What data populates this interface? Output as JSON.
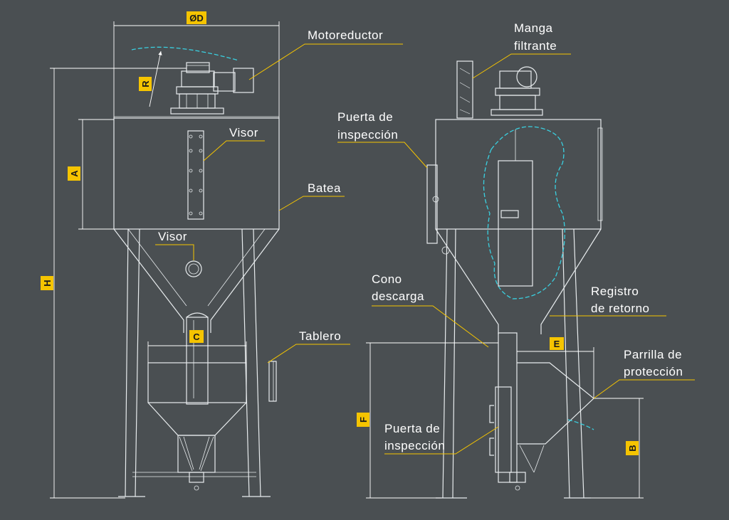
{
  "labels": {
    "motoreductor": "Motoreductor",
    "visor_top": "Visor",
    "batea": "Batea",
    "visor_mid": "Visor",
    "tablero": "Tablero",
    "manga_line1": "Manga",
    "manga_line2": "filtrante",
    "puerta_top_line1": "Puerta de",
    "puerta_top_line2": "inspección",
    "cono_line1": "Cono",
    "cono_line2": "descarga",
    "registro_line1": "Registro",
    "registro_line2": "de retorno",
    "parrilla_line1": "Parrilla de",
    "parrilla_line2": "protección",
    "puerta_bot_line1": "Puerta de",
    "puerta_bot_line2": "inspección"
  },
  "dimensions": {
    "od": "ØD",
    "r": "R",
    "a": "A",
    "h": "H",
    "c": "C",
    "e": "E",
    "f": "F",
    "b": "B"
  },
  "colors": {
    "background": "#4a4f52",
    "line": "#e8ecee",
    "leader": "#f5c400",
    "dim_box": "#f5c400",
    "cutaway": "#3ad0e0"
  }
}
